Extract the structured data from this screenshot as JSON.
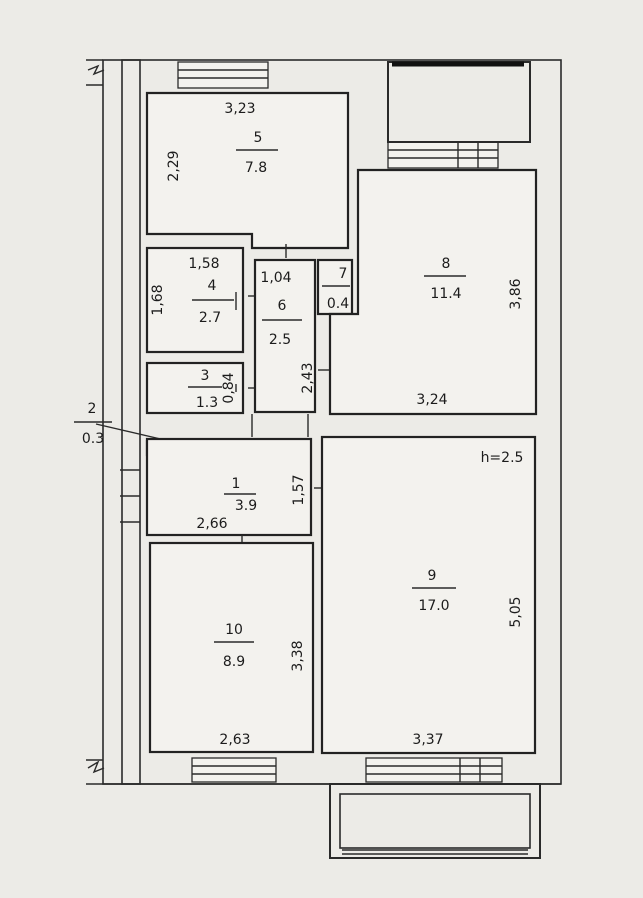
{
  "rooms": [
    {
      "number": "1",
      "area": "3.9",
      "width": "2,66",
      "depth": "1,57"
    },
    {
      "number": "2",
      "area": "0.3"
    },
    {
      "number": "3",
      "area": "1.3",
      "depth": "0,84"
    },
    {
      "number": "4",
      "area": "2.7",
      "width": "1,58",
      "depth": "1,68"
    },
    {
      "number": "5",
      "area": "7.8",
      "width": "3,23",
      "depth": "2,29"
    },
    {
      "number": "6",
      "area": "2.5",
      "width": "1,04",
      "depth": "2,43"
    },
    {
      "number": "7",
      "area": "0.4"
    },
    {
      "number": "8",
      "area": "11.4",
      "width": "3,24",
      "depth": "3,86"
    },
    {
      "number": "9",
      "area": "17.0",
      "width": "3,37",
      "depth": "5,05"
    },
    {
      "number": "10",
      "area": "8.9",
      "width": "2,63",
      "depth": "3,38"
    }
  ],
  "ceiling_height": "h=2.5"
}
